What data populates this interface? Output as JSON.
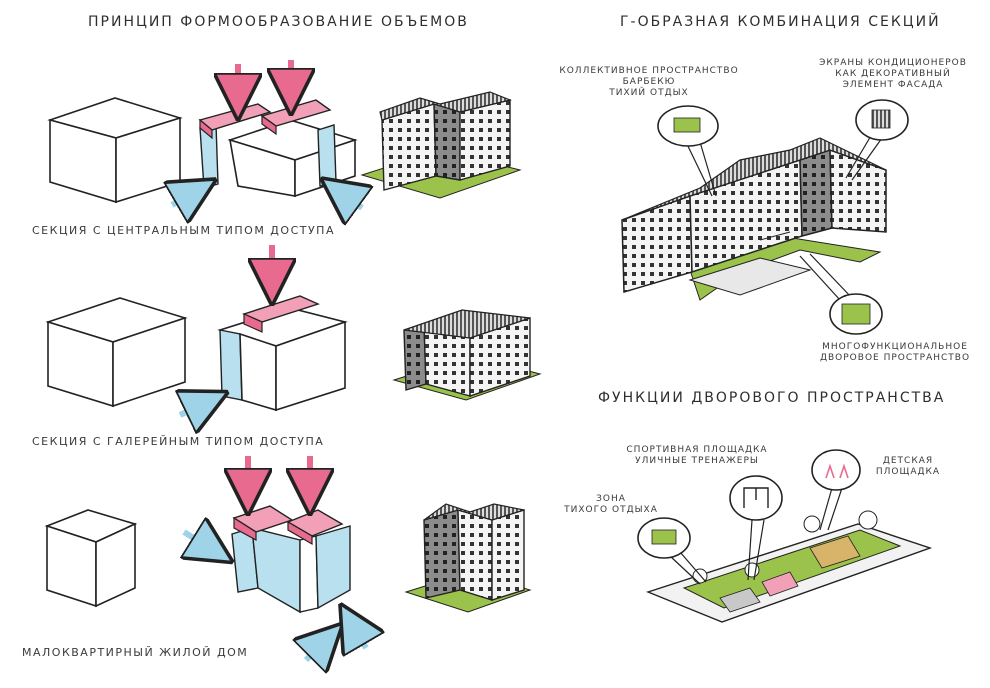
{
  "left": {
    "title": "Принцип формообразование объемов",
    "rows": [
      {
        "label": "Секция с центральным типом доступа"
      },
      {
        "label": "Секция с галерейным типом доступа"
      },
      {
        "label": "Малоквартирный жилой дом"
      }
    ]
  },
  "right_top": {
    "title": "Г-образная комбинация секций",
    "callouts": [
      {
        "lines": [
          "Коллективное пространство",
          "барбекю",
          "тихий отдых"
        ]
      },
      {
        "lines": [
          "Экраны кондиционеров",
          "как декоративный",
          "элемент фасада"
        ]
      },
      {
        "lines": [
          "Многофункциональное",
          "дворовое пространство"
        ]
      }
    ]
  },
  "right_bottom": {
    "title": "Функции дворового пространства",
    "callouts": [
      {
        "lines": [
          "Зона",
          "тихого отдыха"
        ]
      },
      {
        "lines": [
          "Спортивная площадка",
          "уличные тренажеры"
        ]
      },
      {
        "lines": [
          "Детская",
          "площадка"
        ]
      }
    ]
  },
  "colors": {
    "arrow_pink": "#e86b8f",
    "roof_pink": "#f2a0b8",
    "arrow_blue": "#9fd3e8",
    "side_blue": "#b9e0ef",
    "grass_green": "#9bc24a",
    "ink": "#222222"
  }
}
